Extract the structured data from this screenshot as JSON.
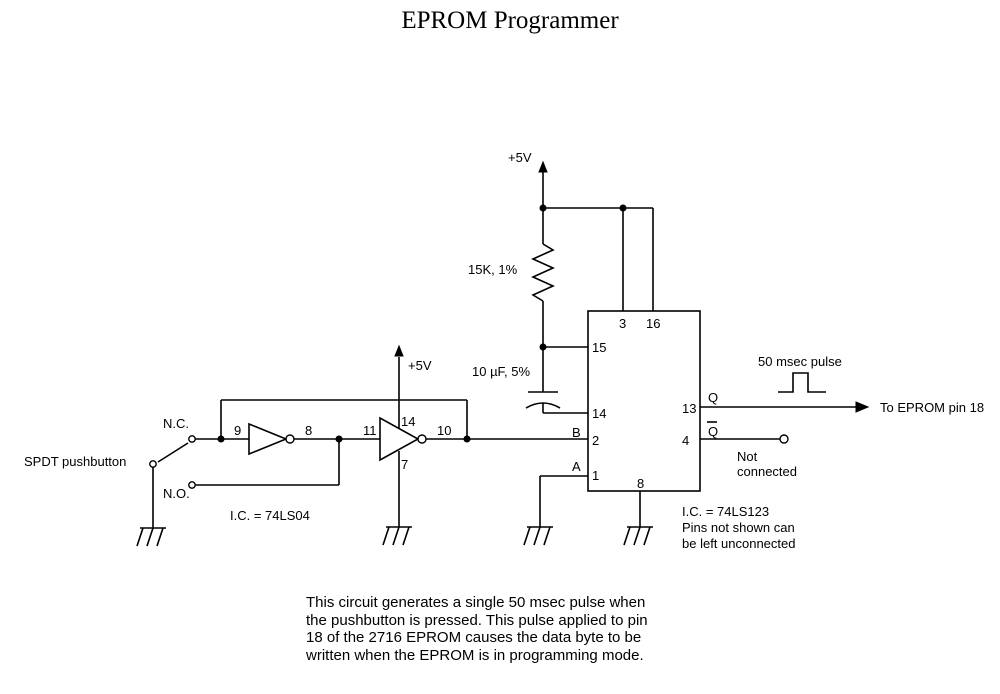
{
  "title": "EPROM Programmer",
  "switch": {
    "label": "SPDT pushbutton",
    "nc": "N.C.",
    "no": "N.O."
  },
  "inverter_ic": {
    "label": "I.C. = 74LS04",
    "pins": [
      "9",
      "8",
      "11",
      "10",
      "14",
      "7"
    ]
  },
  "supply": {
    "top": "+5V",
    "inverter": "+5V"
  },
  "resistor": "15K, 1%",
  "capacitor": "10 µF, 5%",
  "oneshot_ic": {
    "pins": [
      "3",
      "16",
      "15",
      "14",
      "2",
      "1",
      "8",
      "13",
      "4"
    ],
    "inputs": {
      "b": "B",
      "a": "A"
    },
    "outputs": {
      "q": "Q",
      "qbar": "Q"
    },
    "label_lines": [
      "I.C. = 74LS123",
      "Pins not shown can",
      "be left unconnected"
    ]
  },
  "pulse_label": "50 msec pulse",
  "output_label": "To EPROM pin 18",
  "not_connected": [
    "Not",
    "connected"
  ],
  "description": [
    "This circuit generates a single 50 msec pulse when",
    "the pushbutton is pressed.  This pulse applied to pin",
    "18 of the 2716 EPROM causes the data byte to be",
    "written when the EPROM is in programming mode."
  ]
}
